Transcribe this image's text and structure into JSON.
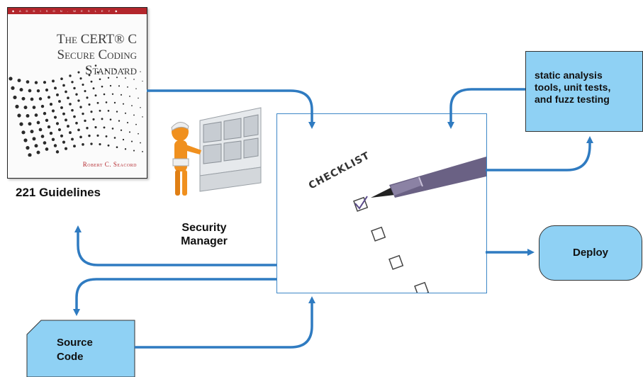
{
  "book": {
    "series_strip": "◆ A D D I S O N - W E S L E Y ◆",
    "title_lines": [
      "The CERT® C",
      "Secure Coding",
      "Standard"
    ],
    "author": "Robert C. Seacord"
  },
  "labels": {
    "guidelines": "221 Guidelines",
    "security_manager_line1": "Security",
    "security_manager_line2": "Manager"
  },
  "checklist": {
    "heading": "CHECKLIST"
  },
  "tools": {
    "line1": "static analysis",
    "line2": "tools, unit tests,",
    "line3": "and fuzz testing"
  },
  "deploy": {
    "label": "Deploy"
  },
  "source": {
    "line1": "Source",
    "line2": "Code"
  },
  "colors": {
    "arrow": "#2f7bc1",
    "box_fill": "#8fd1f4",
    "book_accent": "#b3262c",
    "figure": "#f0901e"
  }
}
